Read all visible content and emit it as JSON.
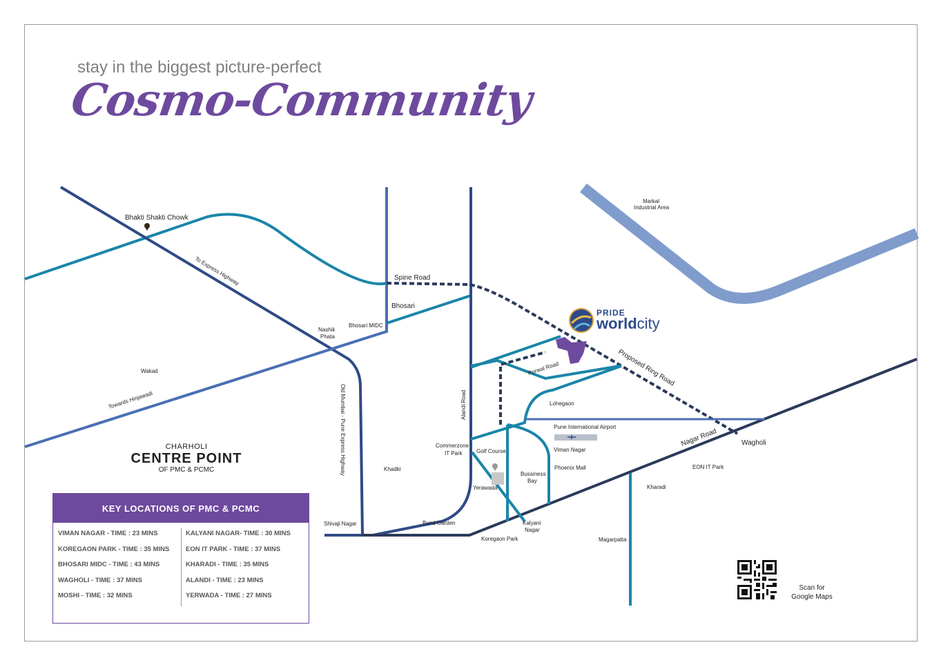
{
  "header": {
    "tagline": "stay in the biggest picture-perfect",
    "title": "Cosmo-Community"
  },
  "brand": {
    "top": "PRIDE",
    "name_bold": "world",
    "name_light": "city"
  },
  "map_labels": {
    "bhakti_shakti_chowk": "Bhakti Shakti Chowk",
    "to_express_highway": "To Express Highway",
    "spine_road": "Spine Road",
    "bhosari": "Bhosari",
    "bhosari_midc": "Bhosari MIDC",
    "nashik_phata_1": "Nashik",
    "nashik_phata_2": "Phata",
    "wakad": "Wakad",
    "towards_hinjawadi": "Towards Hinjawadi",
    "old_mumbai_pune": "Old Mumbai - Pune Express Highway",
    "alandi_road": "Alandi Road",
    "porwal_road": "Porwal Road",
    "proposed_ring_road": "Proposed Ring Road",
    "lohegaon": "Lohegaon",
    "pune_airport": "Pune International Airport",
    "viman_nagar": "Viman Nagar",
    "phoenix_mall": "Phoenix Mall",
    "commerzone_1": "Commerzone",
    "commerzone_2": "IT Park",
    "golf_course": "Golf Course",
    "bussiness_bay_1": "Bussiness",
    "bussiness_bay_2": "Bay",
    "yerawada": "Yerawada",
    "khadki": "Khadki",
    "shivaji_nagar": "Shivaji Nagar",
    "bund_garden": "Bund Garden",
    "kalyani_nagar_1": "Kalyani",
    "kalyani_nagar_2": "Nagar",
    "koregaon_park": "Koregaon Park",
    "nagar_road": "Nagar Road",
    "wagholi": "Wagholi",
    "eon_it_park": "EON IT Park",
    "kharadi": "Kharadi",
    "magarpatta": "Magarpatta",
    "markal_1": "Markal",
    "markal_2": "Industrial Area"
  },
  "centre": {
    "line1": "CHARHOLI",
    "line2": "CENTRE POINT",
    "line3": "OF PMC & PCMC"
  },
  "key": {
    "heading": "KEY LOCATIONS OF PMC & PCMC",
    "left": [
      "VIMAN NAGAR - TIME : 23 MINS",
      "KOREGAON PARK - TIME : 35 MINS",
      "BHOSARI MIDC - TIME : 43 MINS",
      "WAGHOLI - TIME : 37 MINS",
      "MOSHI - TIME : 32 MINS"
    ],
    "right": [
      "KALYANI NAGAR- TIME : 30 MINS",
      "EON IT PARK - TIME : 37 MINS",
      "KHARADI - TIME : 35 MINS",
      "ALANDI - TIME : 23 MINS",
      "YERWADA - TIME : 27 MINS"
    ]
  },
  "qr": {
    "line1": "Scan for",
    "line2": "Google Maps"
  },
  "colors": {
    "purple": "#6e4a9e",
    "dark_road": "#2f4a86",
    "teal_road": "#1a86a8",
    "mid_road": "#4a6fb3",
    "light_road": "#7f9ccc"
  },
  "icons": [
    "location-pin-icon",
    "airplane-icon",
    "qr-code-icon",
    "globe-logo-icon"
  ]
}
